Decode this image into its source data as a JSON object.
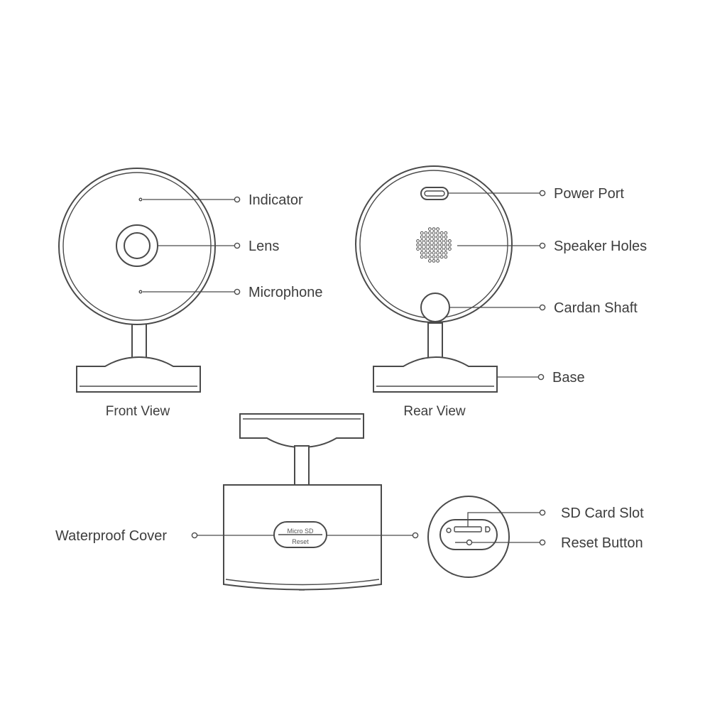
{
  "front_view": {
    "caption": "Front View",
    "labels": {
      "indicator": "Indicator",
      "lens": "Lens",
      "microphone": "Microphone"
    }
  },
  "rear_view": {
    "caption": "Rear View",
    "labels": {
      "power_port": "Power Port",
      "speaker_holes": "Speaker Holes",
      "cardan_shaft": "Cardan Shaft",
      "base": "Base"
    }
  },
  "bottom_view": {
    "cover_text_top": "Micro SD",
    "cover_text_bottom": "Reset",
    "labels": {
      "waterproof_cover": "Waterproof Cover",
      "sd_card_slot": "SD Card Slot",
      "reset_button": "Reset Button"
    }
  },
  "colors": {
    "line": "#4a4a4a",
    "text": "#3d3d3d",
    "background": "#ffffff"
  }
}
